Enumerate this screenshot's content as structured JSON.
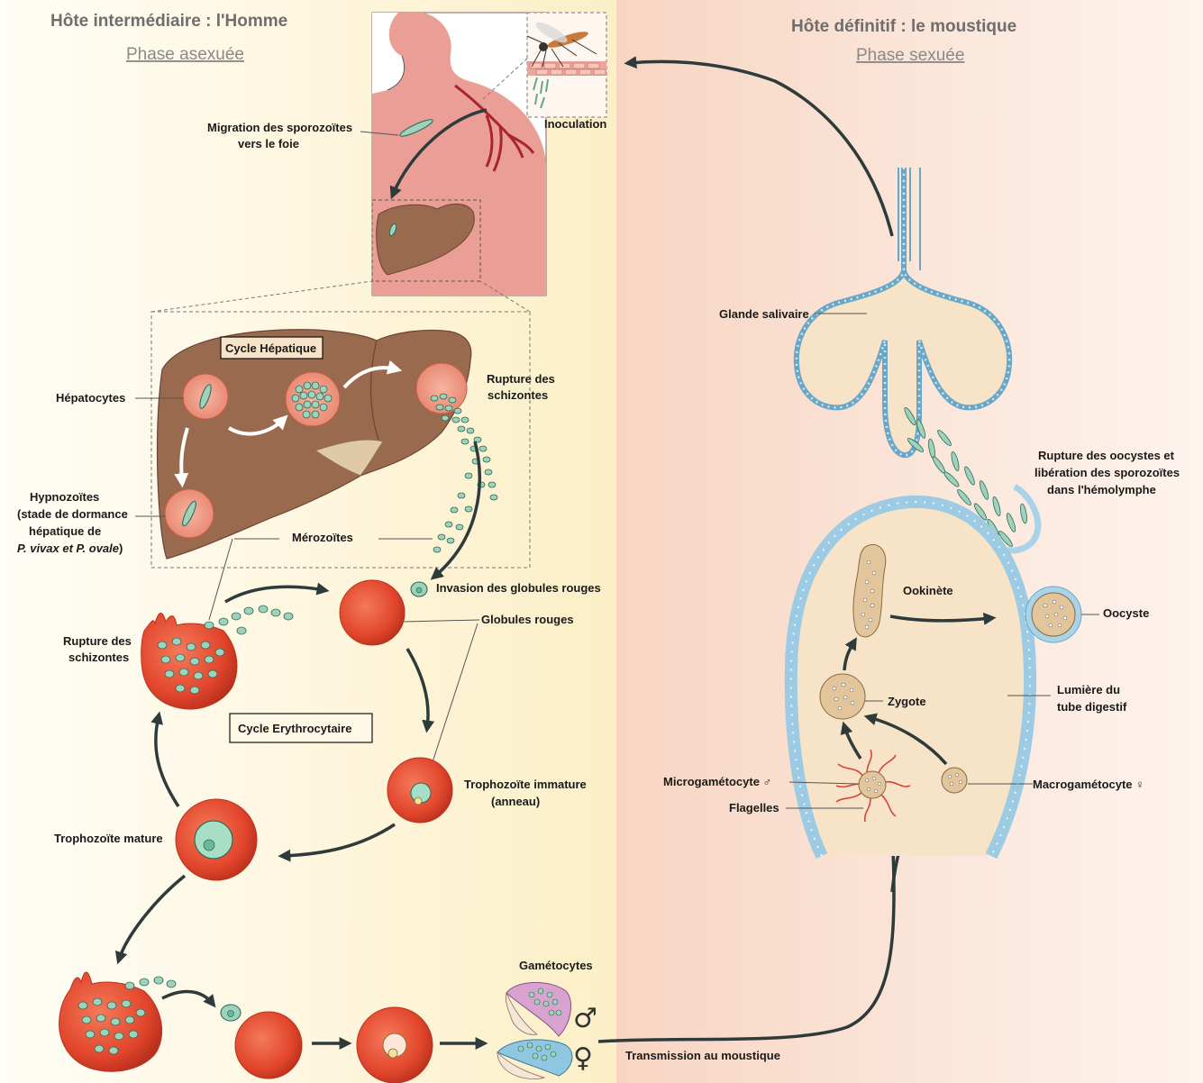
{
  "headers": {
    "left_host": "Hôte intermédiaire : l'Homme",
    "left_phase": "Phase asexuée",
    "right_host": "Hôte définitif : le moustique",
    "right_phase": "Phase sexuée"
  },
  "labels": {
    "migration_1": "Migration des sporozoïtes",
    "migration_2": "vers le foie",
    "inoculation": "Inoculation",
    "cycle_hepatique": "Cycle Hépatique",
    "hepatocytes": "Hépatocytes",
    "rupture_liver_1": "Rupture des",
    "rupture_liver_2": "schizontes",
    "hypno_1": "Hypnozoïtes",
    "hypno_2": "(stade de dormance",
    "hypno_3": "hépatique de",
    "hypno_4": "P. vivax et P. ovale",
    "hypno_4_paren": ")",
    "merozoites": "Mérozoïtes",
    "invasion": "Invasion des globules rouges",
    "globules_rouges": "Globules rouges",
    "rupture_blood_1": "Rupture des",
    "rupture_blood_2": "schizontes",
    "cycle_erythro": "Cycle Erythrocytaire",
    "tropho_immature_1": "Trophozoïte immature",
    "tropho_immature_2": "(anneau)",
    "tropho_mature": "Trophozoïte mature",
    "gametocytes": "Gamétocytes",
    "transmission": "Transmission au moustique",
    "glande_salivaire": "Glande salivaire",
    "rupture_oocystes_1": "Rupture des oocystes et",
    "rupture_oocystes_2": "libération des sporozoïtes",
    "rupture_oocystes_3": "dans l'hémolymphe",
    "ookinete": "Ookinète",
    "oocyste": "Oocyste",
    "zygote": "Zygote",
    "lumiere_1": "Lumière du",
    "lumiere_2": "tube digestif",
    "microgametocyte": "Microgamétocyte ♂",
    "flagelles": "Flagelles",
    "macrogametocyte": "Macrogamétocyte ♀",
    "male_symbol": "♂",
    "female_symbol": "♀"
  },
  "colors": {
    "left_background": "#fdf4d9",
    "right_background": "#fbe3d3",
    "red_blood_cell": "#e2462c",
    "liver": "#9a6a4f",
    "parasite": "#9fd2bd",
    "gut_wall": "#a9d3e8"
  },
  "icons": [
    "mosquito-icon",
    "human-silhouette-icon",
    "liver-icon",
    "red-blood-cell-icon",
    "gametocyte-icon",
    "salivary-gland-icon",
    "midgut-icon"
  ]
}
